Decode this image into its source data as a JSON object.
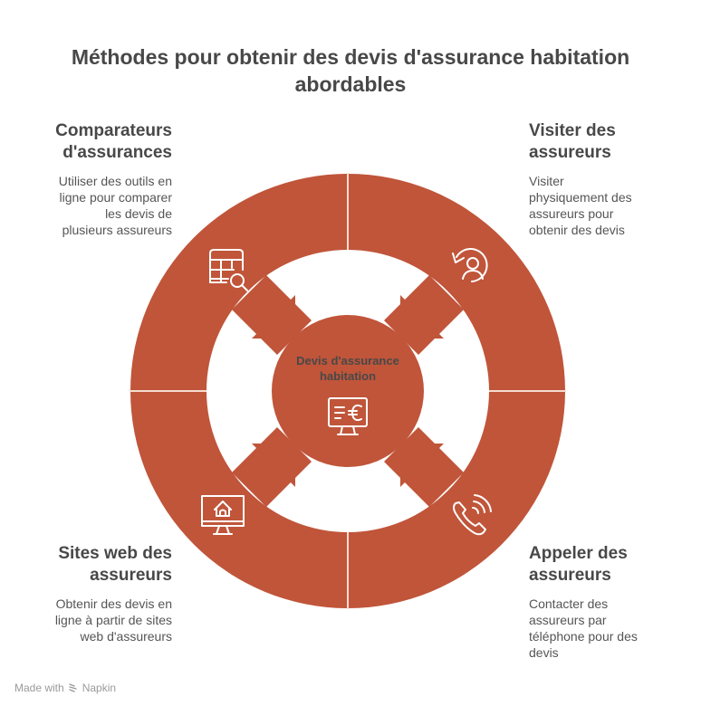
{
  "title": {
    "line1": "Méthodes pour obtenir des devis d'assurance habitation",
    "line2": "abordables"
  },
  "center": {
    "label_line1": "Devis d'assurance",
    "label_line2": "habitation",
    "icon": "monitor-euro-icon"
  },
  "colors": {
    "segment": "#C0553A",
    "divider": "#F6DCD2",
    "icon_stroke": "#FFFFFF",
    "text": "#484848"
  },
  "segments": [
    {
      "position": "top-left",
      "title_line1": "Comparateurs",
      "title_line2": "d'assurances",
      "desc_lines": [
        "Utiliser des outils en",
        "ligne pour comparer",
        "les devis de",
        "plusieurs assureurs"
      ],
      "icon": "table-search-icon"
    },
    {
      "position": "top-right",
      "title_line1": "Visiter des",
      "title_line2": "assureurs",
      "desc_lines": [
        "Visiter",
        "physiquement des",
        "assureurs pour",
        "obtenir des devis"
      ],
      "icon": "user-return-icon"
    },
    {
      "position": "bottom-left",
      "title_line1": "Sites web des",
      "title_line2": "assureurs",
      "desc_lines": [
        "Obtenir des devis en",
        "ligne à partir de sites",
        "web d'assureurs"
      ],
      "icon": "monitor-home-icon"
    },
    {
      "position": "bottom-right",
      "title_line1": "Appeler des",
      "title_line2": "assureurs",
      "desc_lines": [
        "Contacter des",
        "assureurs par",
        "téléphone pour des",
        "devis"
      ],
      "icon": "phone-call-icon"
    }
  ],
  "footer": {
    "text": "Made with",
    "brand": "Napkin",
    "icon": "napkin-logo-icon"
  }
}
